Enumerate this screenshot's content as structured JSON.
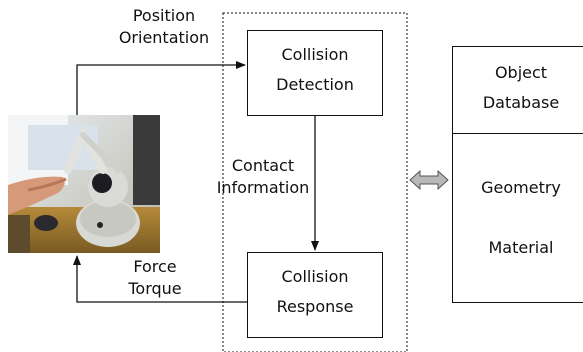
{
  "labels": {
    "position": "Position",
    "orientation": "Orientation",
    "contact": "Contact",
    "information": "Information",
    "force": "Force",
    "torque": "Torque"
  },
  "boxes": {
    "collision_detection": [
      "Collision",
      "Detection"
    ],
    "collision_response": [
      "Collision",
      "Response"
    ],
    "object_database": [
      "Object",
      "Database"
    ],
    "geometry": "Geometry",
    "material": "Material"
  },
  "colors": {
    "line": "#111111",
    "double_arrow_fill": "#b8b8b8",
    "double_arrow_stroke": "#555555"
  },
  "icons": {
    "photo": "haptic-device-photo"
  }
}
